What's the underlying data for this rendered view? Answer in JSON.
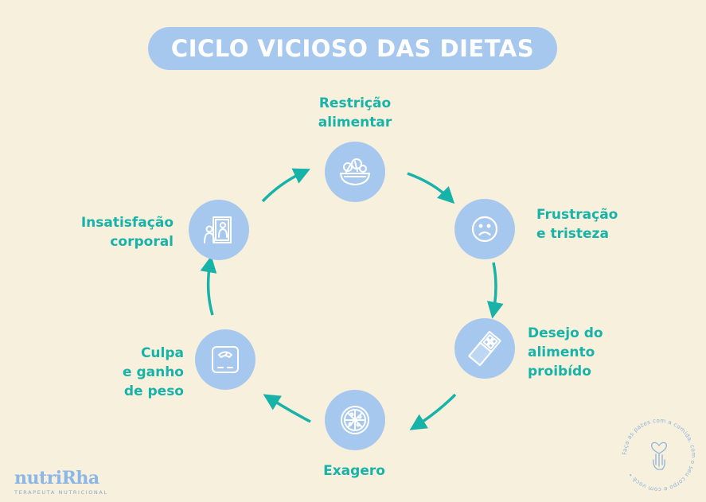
{
  "title": "CICLO VICIOSO DAS DIETAS",
  "colors": {
    "background": "#f7f0dd",
    "accent_blue": "#a7c8ee",
    "teal": "#17b2a8",
    "icon_stroke": "#ffffff"
  },
  "steps": [
    {
      "icon": "salad-bowl-icon",
      "label_lines": [
        "Restrição",
        "alimentar"
      ]
    },
    {
      "icon": "sad-face-icon",
      "label_lines": [
        "Frustração",
        "e tristeza"
      ]
    },
    {
      "icon": "chocolate-bar-icon",
      "label_lines": [
        "Desejo do",
        "alimento",
        "proibído"
      ]
    },
    {
      "icon": "pizza-icon",
      "label_lines": [
        "Exagero"
      ]
    },
    {
      "icon": "bathroom-scale-icon",
      "label_lines": [
        "Culpa",
        "e ganho",
        "de peso"
      ]
    },
    {
      "icon": "mirror-reflection-icon",
      "label_lines": [
        "Insatisfação",
        "corporal"
      ]
    }
  ],
  "logo": {
    "brand": "nutriRha",
    "subtitle": "TERAPEUTA NUTRICIONAL"
  },
  "seal": {
    "text": "Faça as pazes com a comida, com o seu corpo e com você •"
  }
}
